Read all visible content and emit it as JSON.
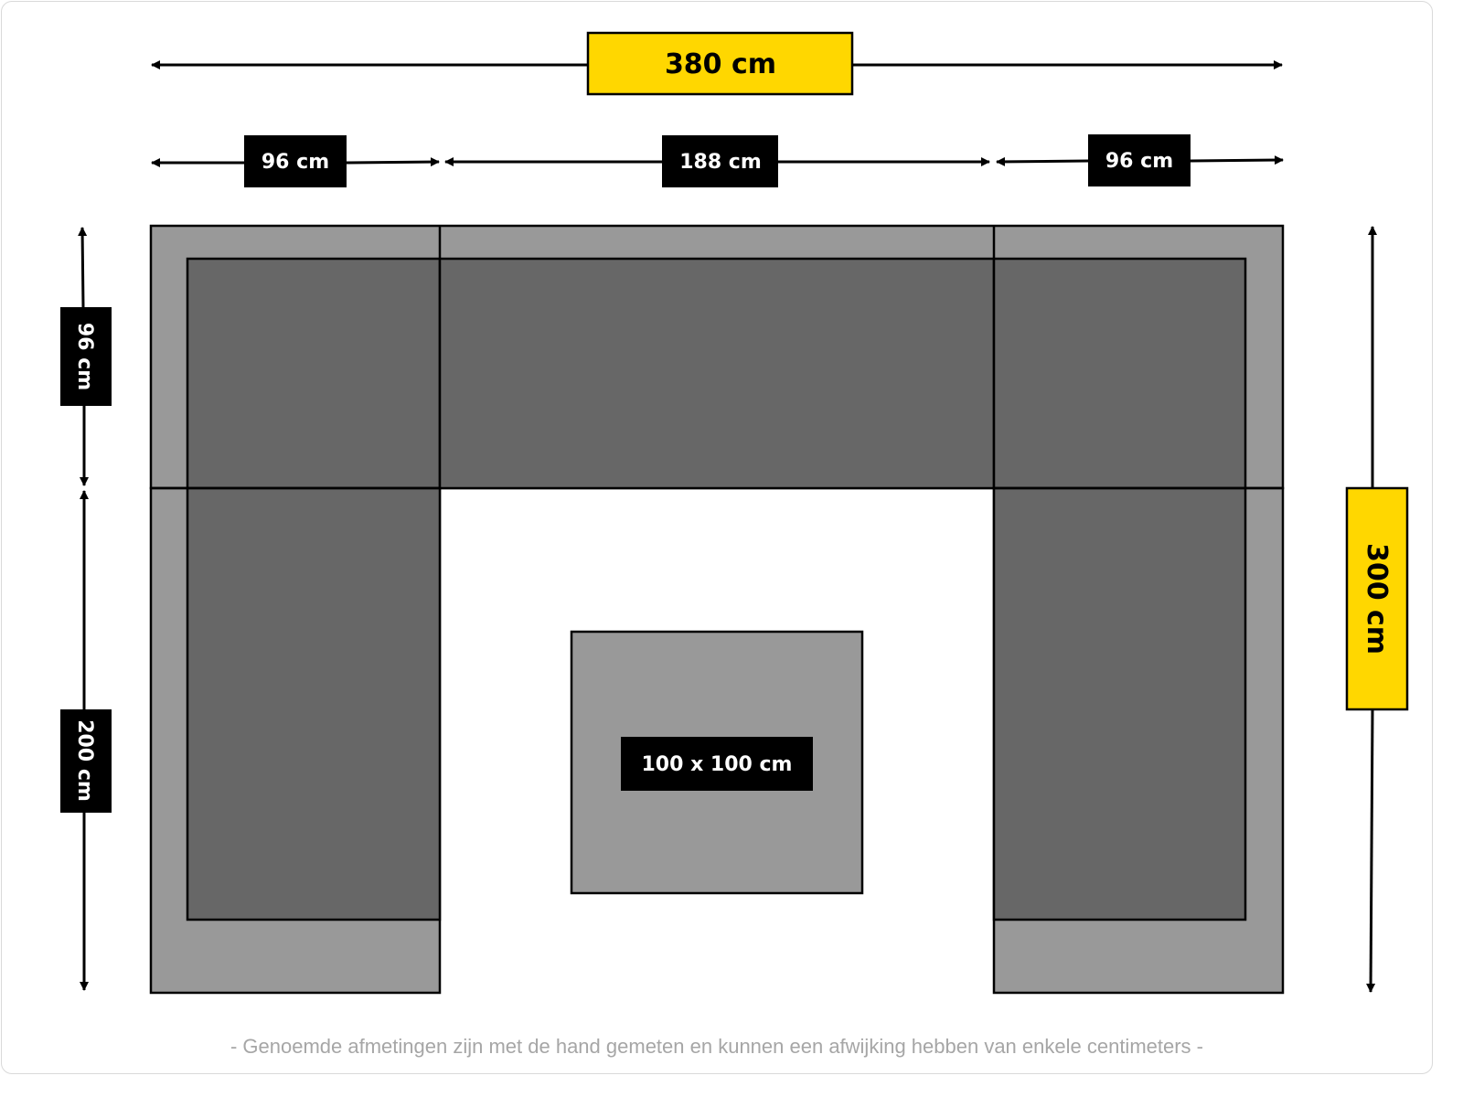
{
  "dimensions": {
    "total_width": "380 cm",
    "left_module_width": "96 cm",
    "middle_module_width": "188 cm",
    "right_module_width": "96 cm",
    "back_depth": "96 cm",
    "side_length": "200 cm",
    "total_depth": "300 cm",
    "table_size": "100 x 100 cm"
  },
  "footnote": "- Genoemde afmetingen zijn met de hand gemeten en kunnen een afwijking hebben van enkele centimeters -",
  "colors": {
    "highlight": "#FFD700",
    "frame_gray": "#999999",
    "cushion_gray": "#676767",
    "label_black": "#000000"
  }
}
